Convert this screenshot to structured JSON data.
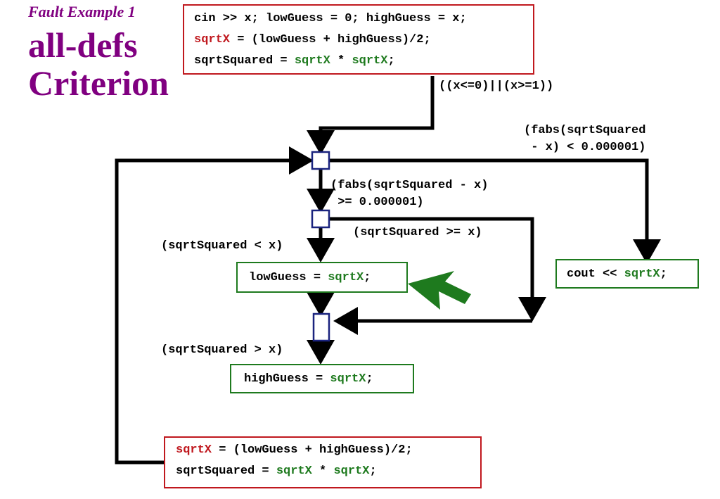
{
  "title": {
    "subtitle": "Fault Example 1",
    "line1": "all-defs",
    "line2": "Criterion"
  },
  "top_box": {
    "line1": "cin >> x; lowGuess = 0; highGuess = x;",
    "line2_a": "sqrtX",
    "line2_b": " = (lowGuess + highGuess)/2;",
    "line3_a": "sqrtSquared = ",
    "line3_b": "sqrtX",
    "line3_c": " * ",
    "line3_d": "sqrtX",
    "line3_e": ";"
  },
  "labels": {
    "x_range": "((x<=0)||(x>=1))",
    "exit_cond_1": "(fabs(sqrtSquared",
    "exit_cond_2": " - x) < 0.000001)",
    "loop_cond_1": "(fabs(sqrtSquared - x)",
    "loop_cond_2": " >= 0.000001)",
    "ge_x": "(sqrtSquared >= x)",
    "lt_x": "(sqrtSquared < x)",
    "gt_x": "(sqrtSquared > x)"
  },
  "low_box": {
    "a": "lowGuess = ",
    "b": "sqrtX",
    "c": ";"
  },
  "high_box": {
    "a": "highGuess = ",
    "b": "sqrtX",
    "c": ";"
  },
  "cout_box": {
    "a": "cout << ",
    "b": "sqrtX",
    "c": ";"
  },
  "bottom_box": {
    "line1_a": "sqrtX",
    "line1_b": " = (lowGuess + highGuess)/2;",
    "line2_a": "sqrtSquared = ",
    "line2_b": "sqrtX",
    "line2_c": " * ",
    "line2_d": "sqrtX",
    "line2_e": ";"
  },
  "colors": {
    "title": "#800080",
    "def_red": "#c0181e",
    "use_green": "#1e7a1e",
    "node_blue": "#1a237e",
    "pointer_arrow": "#1e7a1e"
  }
}
